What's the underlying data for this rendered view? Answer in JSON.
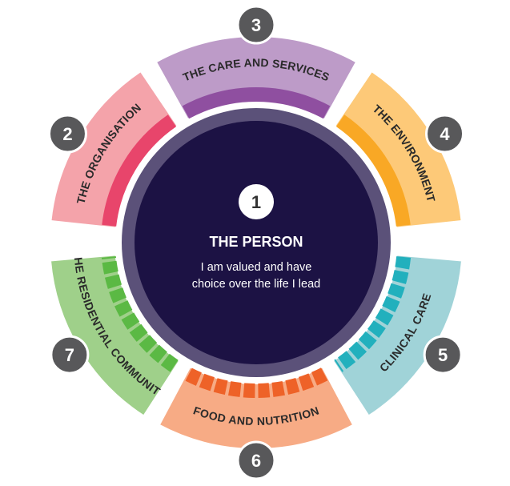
{
  "center": {
    "number": "1",
    "title": "THE PERSON",
    "subtitle_line1": "I am valued and have",
    "subtitle_line2": "choice over the life I lead",
    "ring_color": "#5b5179",
    "fill_color": "#1c1244"
  },
  "segments": [
    {
      "number": "2",
      "label": "THE ORGANISATION",
      "light": "#f4a3aa",
      "band": "#e8456b",
      "striped": false,
      "reverse": false
    },
    {
      "number": "3",
      "label": "THE CARE AND SERVICES",
      "light": "#bd9bc8",
      "band": "#8f4fa0",
      "striped": false,
      "reverse": false
    },
    {
      "number": "4",
      "label": "THE ENVIRONMENT",
      "light": "#fdc978",
      "band": "#f9a825",
      "striped": false,
      "reverse": false
    },
    {
      "number": "5",
      "label": "CLINICAL CARE",
      "light": "#a0d3d8",
      "band": "#22b0bd",
      "striped": true,
      "reverse": true
    },
    {
      "number": "6",
      "label": "FOOD AND NUTRITION",
      "light": "#f7ab85",
      "band": "#ee6228",
      "striped": true,
      "reverse": true
    },
    {
      "number": "7",
      "label": "THE RESIDENTIAL COMMUNITY",
      "light": "#9fd08a",
      "band": "#5bb944",
      "striped": true,
      "reverse": true
    }
  ],
  "badge_color": "#58585a"
}
